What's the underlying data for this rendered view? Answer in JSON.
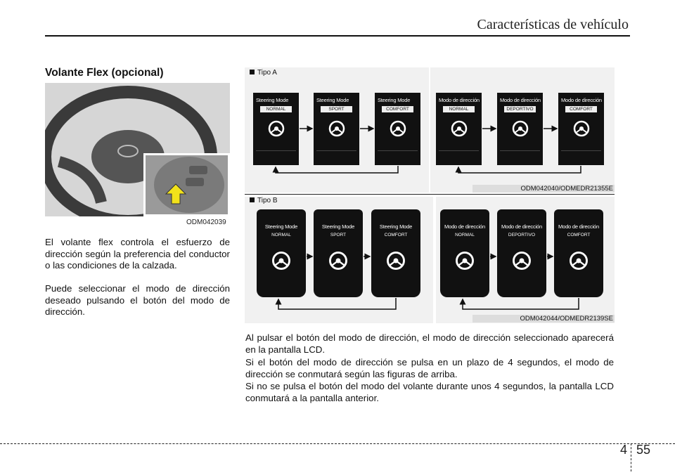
{
  "header": {
    "title": "Características de vehículo"
  },
  "section": {
    "title": "Volante Flex (opcional)"
  },
  "photo": {
    "caption": "ODM042039"
  },
  "left_paragraphs": [
    "El volante flex controla el esfuerzo de dirección según la preferencia del conductor o las condiciones de la calzada.",
    "Puede seleccionar el modo de dirección deseado pulsando el botón del modo de dirección."
  ],
  "figure": {
    "type_a_label": "Tipo A",
    "type_b_label": "Tipo B",
    "code_a": "ODM042040/ODMEDR21355E",
    "code_b": "ODM042044/ODMEDR2139SE",
    "a_en": [
      {
        "title": "Steering Mode",
        "value": "NORMAL"
      },
      {
        "title": "Steering Mode",
        "value": "SPORT"
      },
      {
        "title": "Steering Mode",
        "value": "COMFORT"
      }
    ],
    "a_es": [
      {
        "title": "Modo de dirección",
        "value": "NORMAL"
      },
      {
        "title": "Modo de dirección",
        "value": "DEPORTIVO"
      },
      {
        "title": "Modo de dirección",
        "value": "COMFORT"
      }
    ],
    "b_en": [
      {
        "title": "Steering Mode",
        "value": "NORMAL"
      },
      {
        "title": "Steering Mode",
        "value": "SPORT"
      },
      {
        "title": "Steering Mode",
        "value": "COMFORT"
      }
    ],
    "b_es": [
      {
        "title": "Modo de dirección",
        "value": "NORMAL"
      },
      {
        "title": "Modo de dirección",
        "value": "DEPORTIVO"
      },
      {
        "title": "Modo de dirección",
        "value": "COMFORT"
      }
    ]
  },
  "right_paragraphs": [
    "Al pulsar el botón del modo de dirección, el modo de dirección seleccionado aparecerá en la pantalla LCD.",
    "Si el botón del modo de dirección se pulsa en un plazo de 4 segundos, el modo de dirección se conmutará según las figuras de arriba.",
    "Si no se pulsa el botón del modo del volante durante unos 4 segundos, la pantalla LCD conmutará a la pantalla anterior."
  ],
  "footer": {
    "chapter": "4",
    "page": "55"
  }
}
